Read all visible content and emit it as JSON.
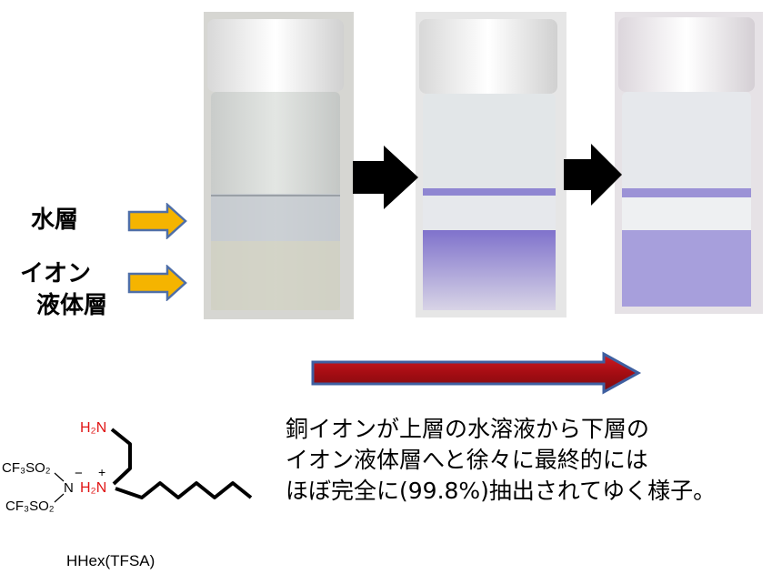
{
  "labels": {
    "water_layer": "水層",
    "ionic_layer_line1": "イオン",
    "ionic_layer_line2": "液体層"
  },
  "description": {
    "line1": "銅イオンが上層の水溶液から下層の",
    "line2": "イオン液体層へと徐々に最終的には",
    "line3": "ほぼ完全に(99.8%)抽出されてゆく様子。"
  },
  "compound": {
    "name": "HHex(TFSA)",
    "amine_top": "H₂N",
    "amine_center": "H₂N",
    "anion_top": "CF₃SO₂",
    "anion_n": "N",
    "anion_bottom": "CF₃SO₂",
    "minus": "−",
    "plus": "+"
  },
  "colors": {
    "label_arrow_fill": "#f5b400",
    "label_arrow_stroke": "#4f6fa8",
    "big_arrow": "#000000",
    "progress_arrow_fill": "#b30f16",
    "progress_arrow_stroke": "#3f5fa0",
    "amine_text": "#e01515",
    "purple_layer": "#8a7fd0"
  }
}
